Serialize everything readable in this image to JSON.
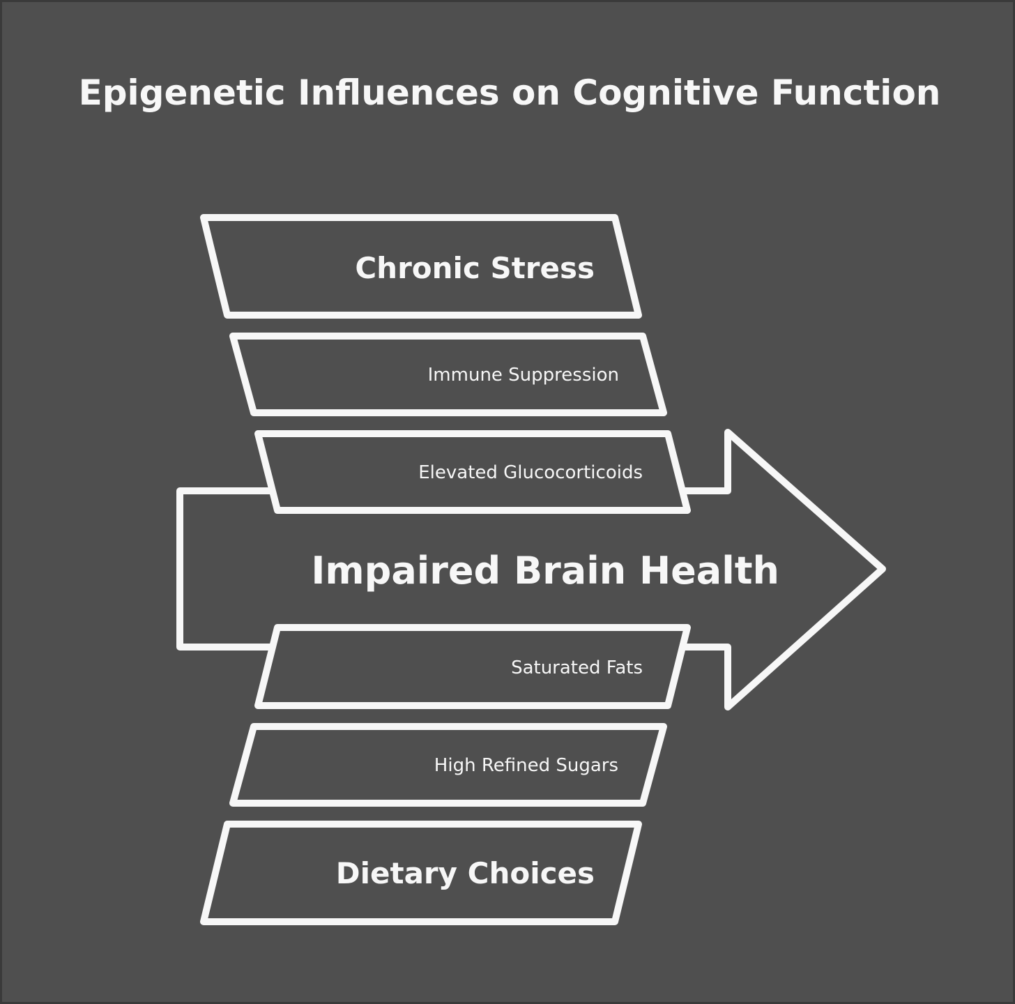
{
  "title": "Epigenetic Influences on Cognitive Function",
  "main_arrow": {
    "label": "Impaired Brain Health"
  },
  "upper_group": {
    "category": "Chronic Stress",
    "items": [
      "Immune Suppression",
      "Elevated Glucocorticoids"
    ]
  },
  "lower_group": {
    "category": "Dietary Choices",
    "items": [
      "Saturated Fats",
      "High Refined Sugars"
    ]
  },
  "colors": {
    "background": "#4f4f4f",
    "foreground": "#f7f7f7"
  }
}
